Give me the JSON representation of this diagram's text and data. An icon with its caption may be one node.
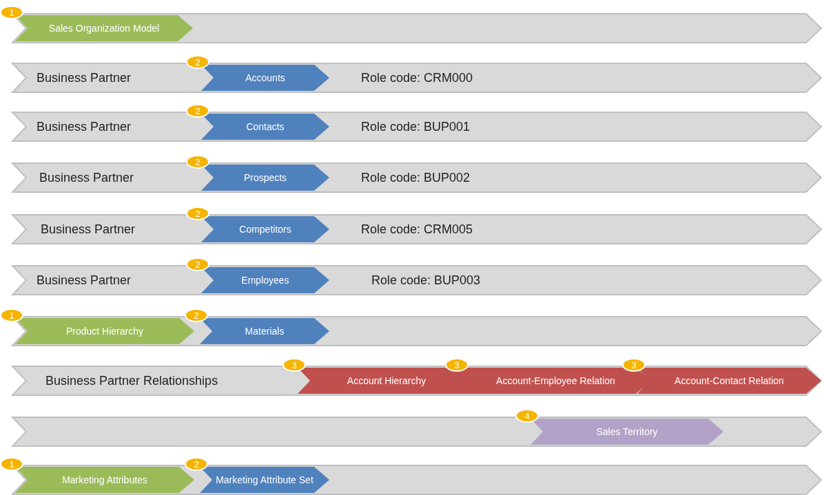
{
  "diagram": {
    "nodes": [
      {
        "text": [],
        "shape": "bar"
      },
      {
        "text": [
          "Sales Organization Model"
        ],
        "in": 0,
        "beside": [
          "1"
        ]
      },
      {
        "text": [
          "Business Partner",
          "Role code: CRM000"
        ]
      },
      {
        "text": [
          "Accounts"
        ],
        "in": 2,
        "beside": [
          "2"
        ]
      },
      {
        "text": [
          "Business Partner",
          "Role code: BUP001"
        ]
      },
      {
        "text": [
          "Contacts"
        ],
        "in": 4,
        "beside": [
          "2"
        ]
      },
      {
        "text": [
          "Business Partner",
          "Role code: BUP002"
        ]
      },
      {
        "text": [
          "Prospects"
        ],
        "in": 6,
        "beside": [
          "2"
        ]
      },
      {
        "text": [
          "Business Partner",
          "Role code: CRM005"
        ]
      },
      {
        "text": [
          "Competitors"
        ],
        "in": 8,
        "beside": [
          "2"
        ]
      },
      {
        "text": [
          "Business Partner",
          "Role code: BUP003"
        ]
      },
      {
        "text": [
          "Employees"
        ],
        "in": 10,
        "beside": [
          "2"
        ]
      },
      {
        "text": [],
        "shape": "bar"
      },
      {
        "text": [
          "Product Hierarchy"
        ],
        "in": 12,
        "beside": [
          "1"
        ]
      },
      {
        "text": [
          "Materials"
        ],
        "in": 12,
        "beside": [
          "2"
        ]
      },
      {
        "text": [
          "Business Partner Relationships"
        ]
      },
      {
        "text": [
          "Account Hierarchy"
        ],
        "in": 15,
        "beside": [
          "3"
        ]
      },
      {
        "text": [
          "Account-Employee Relation"
        ],
        "in": 15,
        "beside": [
          "3"
        ]
      },
      {
        "text": [
          "Account-Contact Relation"
        ],
        "in": 15,
        "beside": [
          "3"
        ]
      },
      {
        "text": [],
        "shape": "bar"
      },
      {
        "text": [
          "Sales Territory"
        ],
        "in": 19,
        "beside": [
          "4"
        ]
      },
      {
        "text": [],
        "shape": "bar"
      },
      {
        "text": [
          "Marketing Attributes"
        ],
        "in": 21,
        "beside": [
          "1"
        ]
      },
      {
        "text": [
          "Marketing Attribute Set"
        ],
        "in": 21,
        "beside": [
          "2"
        ]
      }
    ]
  }
}
